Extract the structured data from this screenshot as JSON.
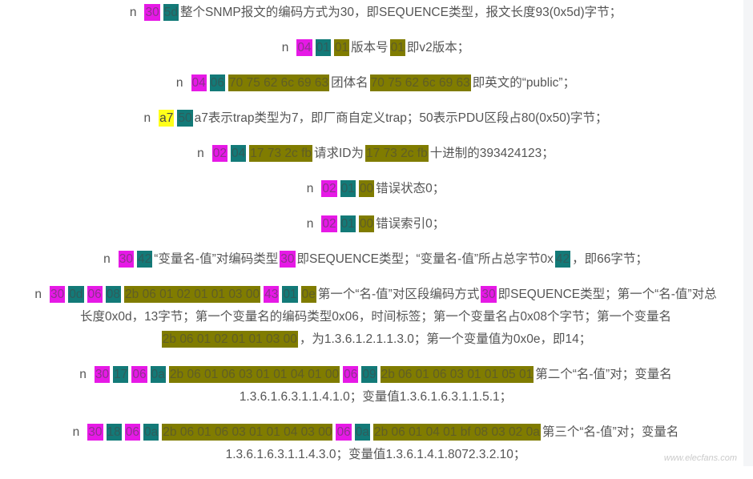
{
  "colors": {
    "m": "#e619e6",
    "t": "#137a78",
    "o": "#807c00",
    "y": "#ffff1a",
    "text": "#555555"
  },
  "watermark": "www.elecfans.com",
  "paragraphs": [
    {
      "segments": [
        {
          "text": "n"
        },
        {
          "text": "30",
          "hl": "m"
        },
        {
          "text": "5d",
          "hl": "t"
        },
        {
          "text": "整个SNMP报文的编码方式为30，即SEQUENCE类型，报文长度93(0x5d)字节；"
        }
      ]
    },
    {
      "segments": [
        {
          "text": "n"
        },
        {
          "text": "04",
          "hl": "m"
        },
        {
          "text": "01",
          "hl": "t"
        },
        {
          "text": "01",
          "hl": "o"
        },
        {
          "text": "版本号"
        },
        {
          "text": "01",
          "hl": "o"
        },
        {
          "text": "即v2版本；"
        }
      ]
    },
    {
      "segments": [
        {
          "text": "n"
        },
        {
          "text": "04",
          "hl": "m"
        },
        {
          "text": "06",
          "hl": "t"
        },
        {
          "text": "70 75 62 6c 69 63",
          "hl": "o"
        },
        {
          "text": "团体名"
        },
        {
          "text": "70 75 62 6c 69 63",
          "hl": "o"
        },
        {
          "text": "即英文的“public”；"
        }
      ]
    },
    {
      "segments": [
        {
          "text": "n"
        },
        {
          "text": "a7",
          "hl": "y"
        },
        {
          "text": "50",
          "hl": "t"
        },
        {
          "text": "a7表示trap类型为7，即厂商自定义trap；50表示PDU区段占80(0x50)字节；"
        }
      ]
    },
    {
      "segments": [
        {
          "text": "n"
        },
        {
          "text": "02",
          "hl": "m"
        },
        {
          "text": "04",
          "hl": "t"
        },
        {
          "text": "17 73 2c fb",
          "hl": "o"
        },
        {
          "text": "请求ID为"
        },
        {
          "text": "17 73 2c fb",
          "hl": "o"
        },
        {
          "text": "十进制的393424123；"
        }
      ]
    },
    {
      "segments": [
        {
          "text": "n"
        },
        {
          "text": "02",
          "hl": "m"
        },
        {
          "text": "01",
          "hl": "t"
        },
        {
          "text": "00",
          "hl": "o"
        },
        {
          "text": "错误状态0；"
        }
      ]
    },
    {
      "segments": [
        {
          "text": "n"
        },
        {
          "text": "02",
          "hl": "m"
        },
        {
          "text": "01",
          "hl": "t"
        },
        {
          "text": "00",
          "hl": "o"
        },
        {
          "text": "错误索引0；"
        }
      ]
    },
    {
      "segments": [
        {
          "text": "n"
        },
        {
          "text": "30",
          "hl": "m"
        },
        {
          "text": "42",
          "hl": "t"
        },
        {
          "text": "“变量名-值”对编码类型"
        },
        {
          "text": "30",
          "hl": "m"
        },
        {
          "text": "即SEQUENCE类型；“变量名-值”所占总字节0x"
        },
        {
          "text": "42",
          "hl": "t"
        },
        {
          "text": "，即66字节；"
        }
      ]
    },
    {
      "segments": [
        {
          "text": "n"
        },
        {
          "text": "30",
          "hl": "m"
        },
        {
          "text": "0d",
          "hl": "t"
        },
        {
          "text": "06",
          "hl": "m"
        },
        {
          "text": "08",
          "hl": "t"
        },
        {
          "text": "2b 06 01 02 01 01 03 00",
          "hl": "o"
        },
        {
          "text": "43",
          "hl": "m"
        },
        {
          "text": "01",
          "hl": "t"
        },
        {
          "text": "0e",
          "hl": "o"
        },
        {
          "text": "第一个“名-值”对区段编码方式"
        },
        {
          "text": "30",
          "hl": "m"
        },
        {
          "text": "即SEQUENCE类型；第一个“名-值”对总长度0x0d，13字节；第一个变量名的编码类型0x06，时间标签；第一个变量名占0x08个字节；第一个变量名"
        },
        {
          "text": "2b 06 01 02 01 01 03 00",
          "hl": "o"
        },
        {
          "text": "，为1.3.6.1.2.1.1.3.0；第一个变量值为0x0e，即14；"
        }
      ]
    },
    {
      "segments": [
        {
          "text": "n"
        },
        {
          "text": "30",
          "hl": "m"
        },
        {
          "text": "17",
          "hl": "t"
        },
        {
          "text": "06",
          "hl": "m"
        },
        {
          "text": "0a",
          "hl": "t"
        },
        {
          "text": "2b 06 01 06 03 01 01 04 01 00",
          "hl": "o"
        },
        {
          "text": "06",
          "hl": "m"
        },
        {
          "text": "09",
          "hl": "t"
        },
        {
          "text": "2b 06 01 06 03 01 01 05 01",
          "hl": "o"
        },
        {
          "text": "第二个“名-值”对；变量名1.3.6.1.6.3.1.1.4.1.0；变量值1.3.6.1.6.3.1.1.5.1；"
        }
      ]
    },
    {
      "segments": [
        {
          "text": "n"
        },
        {
          "text": "30",
          "hl": "m"
        },
        {
          "text": "18",
          "hl": "t"
        },
        {
          "text": "06",
          "hl": "m"
        },
        {
          "text": "0a",
          "hl": "t"
        },
        {
          "text": "2b 06 01 06 03 01 01 04 03 00",
          "hl": "o"
        },
        {
          "text": "06",
          "hl": "m"
        },
        {
          "text": "0a",
          "hl": "t"
        },
        {
          "text": "2b 06 01 04 01 bf 08 03 02 0a",
          "hl": "o"
        },
        {
          "text": "第三个“名-值”对；变量名1.3.6.1.6.3.1.1.4.3.0；变量值1.3.6.1.4.1.8072.3.2.10；"
        }
      ]
    }
  ]
}
